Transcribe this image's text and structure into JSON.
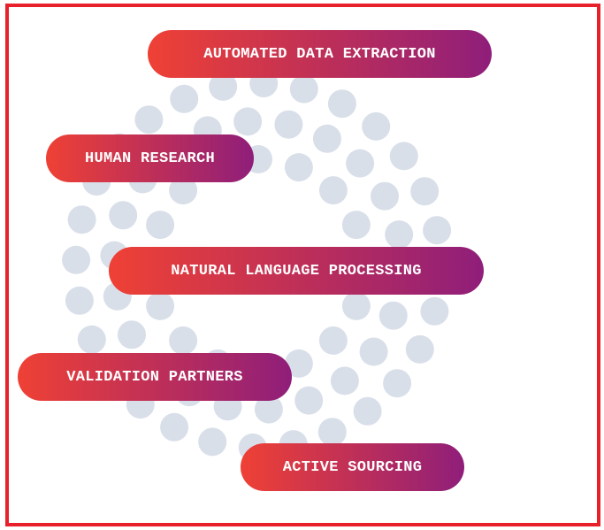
{
  "colors": {
    "frame": "#e8202b",
    "dots": "#d9dfe9",
    "pill_gradient_start": "#ef4135",
    "pill_gradient_end": "#8f1e7a",
    "pill_text": "#ffffff"
  },
  "pills": [
    {
      "label": "AUTOMATED DATA EXTRACTION"
    },
    {
      "label": "HUMAN RESEARCH"
    },
    {
      "label": "NATURAL LANGUAGE PROCESSING"
    },
    {
      "label": "VALIDATION PARTNERS"
    },
    {
      "label": "ACTIVE SOURCING"
    }
  ]
}
